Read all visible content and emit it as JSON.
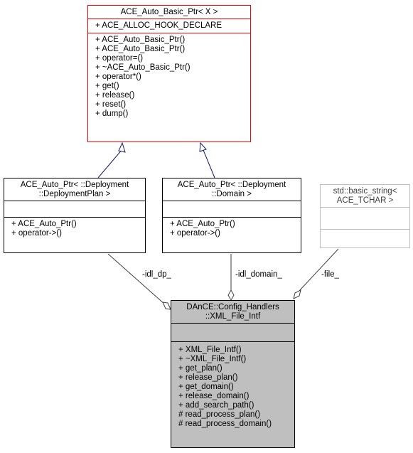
{
  "classes": {
    "base": {
      "name": "ACE_Auto_Basic_Ptr< X >",
      "attributes": [
        "+ ACE_ALLOC_HOOK_DECLARE"
      ],
      "methods": [
        "+ ACE_Auto_Basic_Ptr()",
        "+ ACE_Auto_Basic_Ptr()",
        "+ operator=()",
        "+ ~ACE_Auto_Basic_Ptr()",
        "+ operator*()",
        "+ get()",
        "+ release()",
        "+ reset()",
        "+ dump()"
      ]
    },
    "plan_ptr": {
      "name_lines": [
        "ACE_Auto_Ptr< ::Deployment",
        "::DeploymentPlan >"
      ],
      "methods": [
        "+ ACE_Auto_Ptr()",
        "+ operator->()"
      ]
    },
    "domain_ptr": {
      "name_lines": [
        "ACE_Auto_Ptr< ::Deployment",
        "::Domain >"
      ],
      "methods": [
        "+ ACE_Auto_Ptr()",
        "+ operator->()"
      ]
    },
    "basic_string": {
      "name_lines": [
        "std::basic_string<",
        "ACE_TCHAR >"
      ]
    },
    "xml_file_intf": {
      "name_lines": [
        "DAnCE::Config_Handlers",
        "::XML_File_Intf"
      ],
      "methods": [
        "+ XML_File_Intf()",
        "+ ~XML_File_Intf()",
        "+ get_plan()",
        "+ release_plan()",
        "+ get_domain()",
        "+ release_domain()",
        "+ add_search_path()",
        "# read_process_plan()",
        "# read_process_domain()"
      ]
    }
  },
  "relations": {
    "idl_dp": "-idl_dp_",
    "idl_domain": "-idl_domain_",
    "file": "-file_"
  },
  "colors": {
    "base_border": "#ff0000",
    "inheritance_arrow": "#191970",
    "composition_line": "#404040",
    "focus_fill": "#bfbfbf",
    "external_border": "#bfbfbf"
  }
}
